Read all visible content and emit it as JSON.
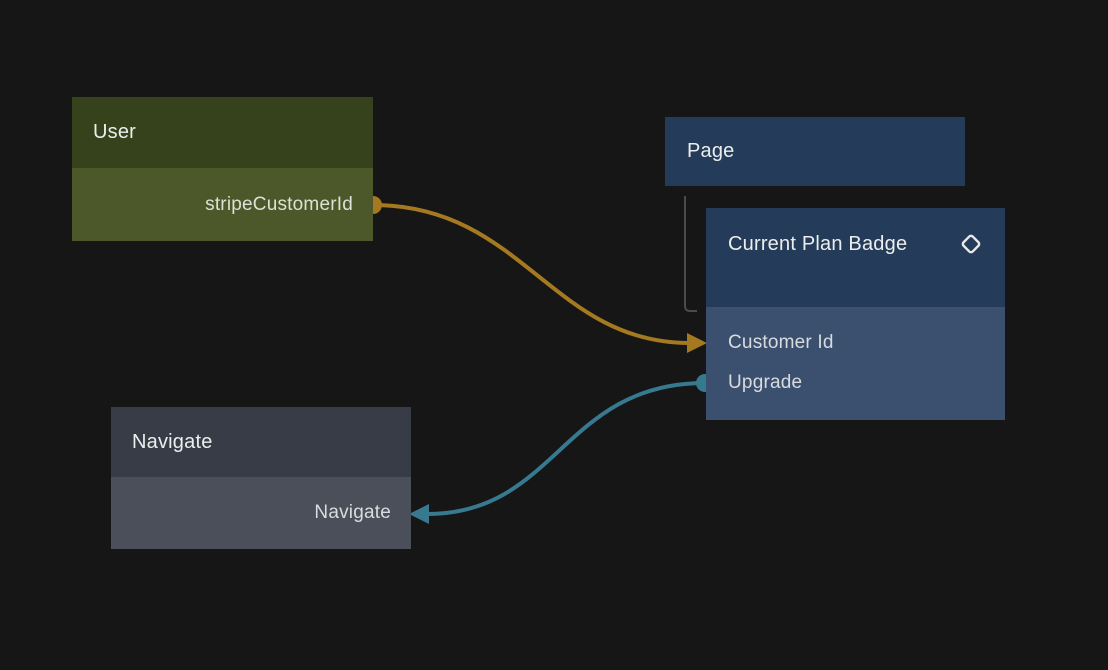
{
  "canvas": {
    "background_color": "#161616"
  },
  "colors": {
    "connection_orange": "#a5791f",
    "connection_teal": "#37798f",
    "tree_connector_gray": "#4b4b4b",
    "diamond_icon_stroke": "#e8e8e8"
  },
  "nodes": {
    "user": {
      "title": "User",
      "header_color": "#36421c",
      "body_color": "#4c5829",
      "outputs": [
        {
          "label": "stripeCustomerId",
          "port_color": "#a5791f"
        }
      ]
    },
    "page": {
      "title": "Page",
      "header_color": "#243c59"
    },
    "current_plan_badge": {
      "title": "Current Plan Badge",
      "header_color": "#243c59",
      "body_color": "#3b4f6f",
      "icon": "diamond-icon",
      "inputs": [
        {
          "label": "Customer Id"
        },
        {
          "label": "Upgrade",
          "port_color": "#37798f"
        }
      ]
    },
    "navigate": {
      "title": "Navigate",
      "header_color": "#383c46",
      "body_color": "#4b4f59",
      "inputs": [
        {
          "label": "Navigate"
        }
      ]
    }
  },
  "connections": [
    {
      "from": "User.stripeCustomerId",
      "to": "Current Plan Badge.Customer Id",
      "color": "#a5791f"
    },
    {
      "from": "Current Plan Badge.Upgrade",
      "to": "Navigate.Navigate",
      "color": "#37798f"
    }
  ],
  "tree": {
    "parent": "Page",
    "child": "Current Plan Badge",
    "connector_color": "#4b4b4b"
  }
}
